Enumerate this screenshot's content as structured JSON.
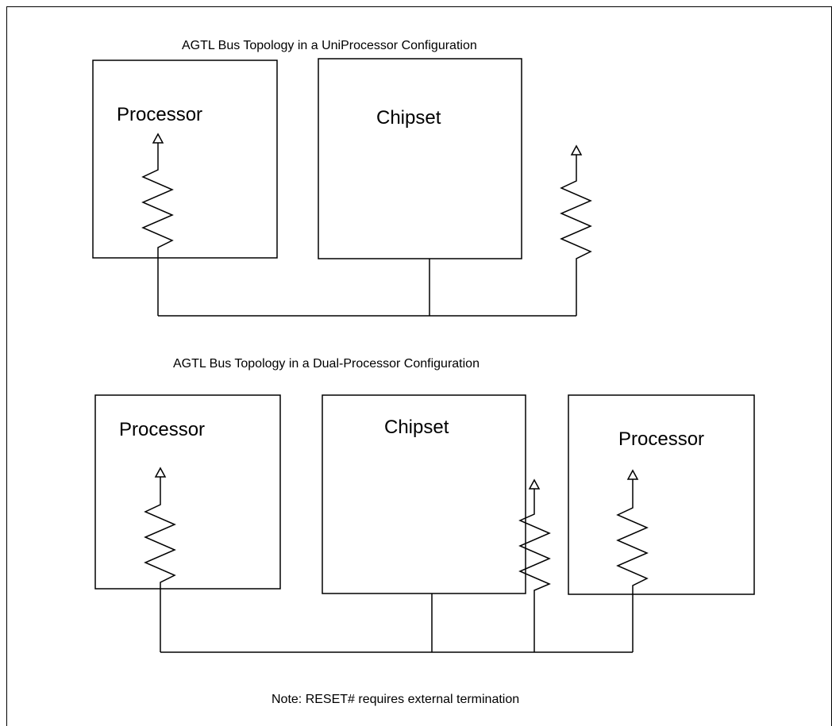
{
  "diagram": {
    "uniprocessor": {
      "title": "AGTL Bus Topology in a UniProcessor Configuration",
      "processor_label": "Processor",
      "chipset_label": "Chipset"
    },
    "dual_processor": {
      "title": "AGTL Bus Topology in a Dual-Processor Configuration",
      "processor_left_label": "Processor",
      "chipset_label": "Chipset",
      "processor_right_label": "Processor"
    },
    "note": "Note: RESET# requires external termination"
  },
  "colors": {
    "line": "#000000",
    "background": "#ffffff"
  }
}
